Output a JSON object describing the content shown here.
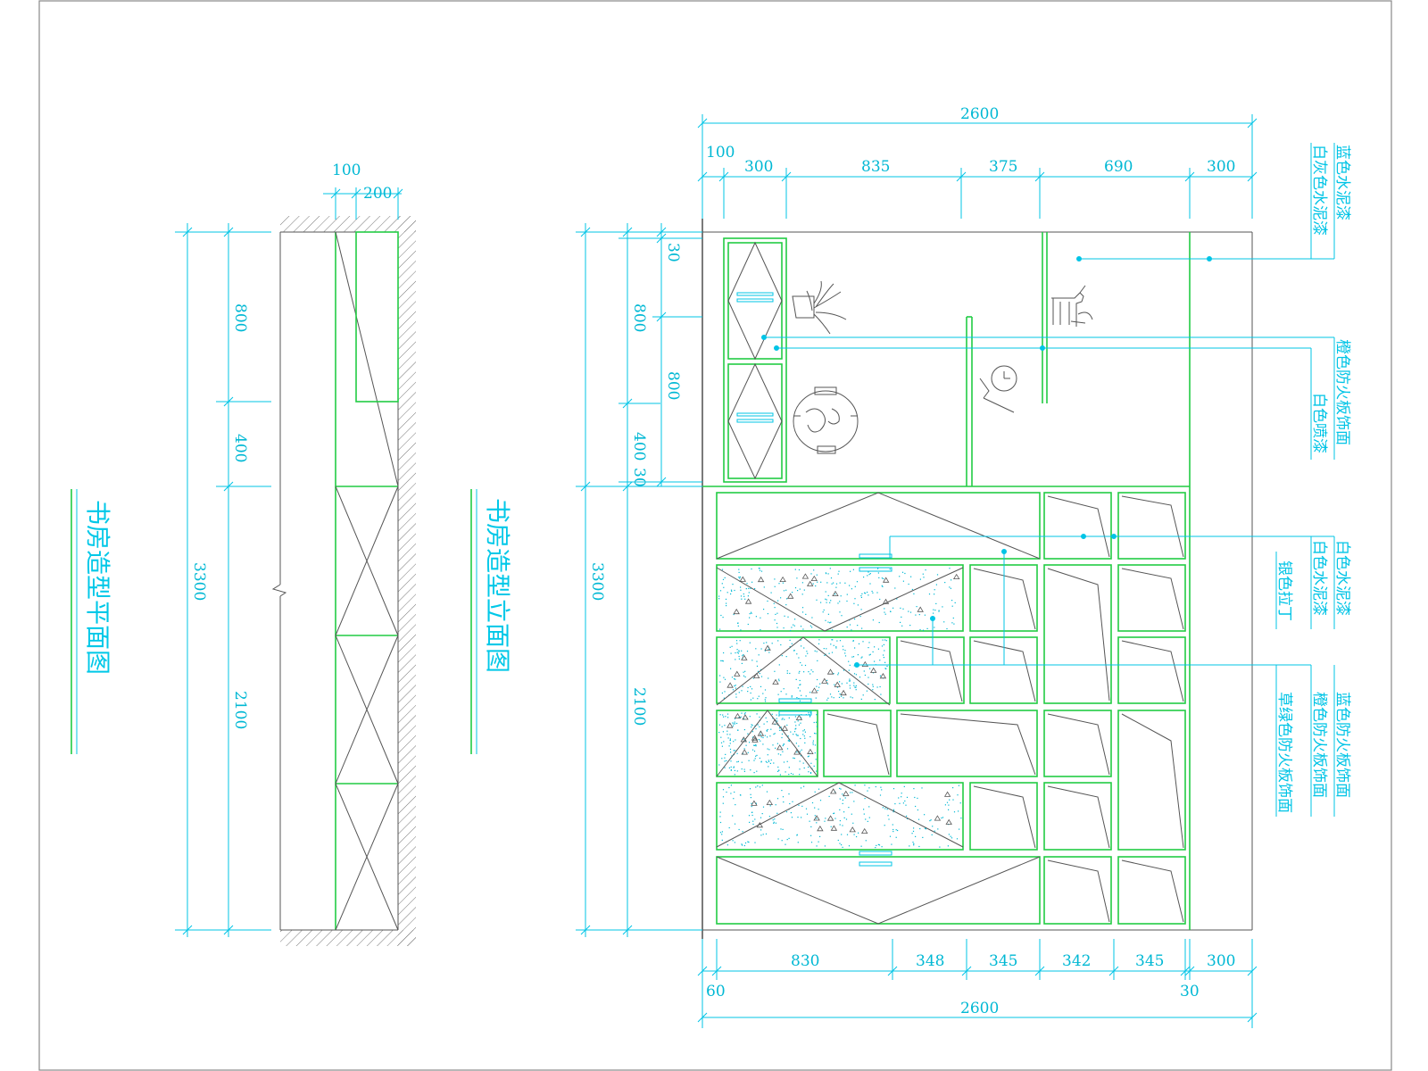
{
  "titles": {
    "plan": "书房造型平面图",
    "elevation": "书房造型立面图"
  },
  "plan_dims": {
    "top_a": "100",
    "top_b": "200",
    "v_800": "800",
    "v_400": "400",
    "v_3300": "3300",
    "v_2100": "2100"
  },
  "elev_dims": {
    "top_total": "2600",
    "top_100": "100",
    "top_300a": "300",
    "top_835": "835",
    "top_375": "375",
    "top_690": "690",
    "top_300b": "300",
    "bot_830": "830",
    "bot_348": "348",
    "bot_345a": "345",
    "bot_342": "342",
    "bot_345b": "345",
    "bot_300": "300",
    "bot_60": "60",
    "bot_30": "30",
    "bot_total": "2600",
    "left_3300": "3300",
    "left_2100": "2100",
    "left_800a": "800",
    "left_400": "400",
    "left_30a": "30",
    "left_30b": "30",
    "left_800b": "800"
  },
  "notes": {
    "n1a": "蓝色水泥漆",
    "n1b": "白灰色水泥漆",
    "n2a": "橙色防火板饰面",
    "n2b": "白色喷漆",
    "n3a": "白色水泥漆",
    "n3b": "银色拉丁",
    "n4a": "蓝色防火板饰面",
    "n4b": "橙色防火板饰面",
    "n4c": "草绿色防火板饰面"
  },
  "colors": {
    "cyan": "#00c4e6",
    "green": "#22cc44",
    "frame": "#888888"
  }
}
